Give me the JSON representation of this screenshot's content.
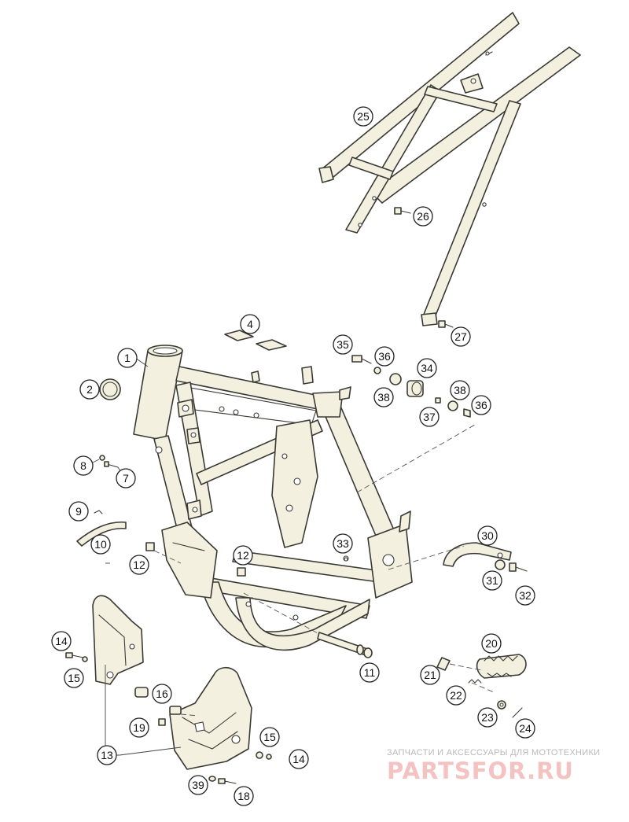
{
  "diagram": {
    "callouts": [
      {
        "id": "1",
        "label": "1"
      },
      {
        "id": "2",
        "label": "2"
      },
      {
        "id": "4",
        "label": "4"
      },
      {
        "id": "7",
        "label": "7"
      },
      {
        "id": "8",
        "label": "8"
      },
      {
        "id": "9",
        "label": "9"
      },
      {
        "id": "10",
        "label": "10"
      },
      {
        "id": "11",
        "label": "11"
      },
      {
        "id": "12a",
        "label": "12"
      },
      {
        "id": "12b",
        "label": "12"
      },
      {
        "id": "13",
        "label": "13"
      },
      {
        "id": "14a",
        "label": "14"
      },
      {
        "id": "14b",
        "label": "14"
      },
      {
        "id": "15a",
        "label": "15"
      },
      {
        "id": "15b",
        "label": "15"
      },
      {
        "id": "16",
        "label": "16"
      },
      {
        "id": "18",
        "label": "18"
      },
      {
        "id": "19",
        "label": "19"
      },
      {
        "id": "20",
        "label": "20"
      },
      {
        "id": "21",
        "label": "21"
      },
      {
        "id": "22",
        "label": "22"
      },
      {
        "id": "23",
        "label": "23"
      },
      {
        "id": "24",
        "label": "24"
      },
      {
        "id": "25",
        "label": "25"
      },
      {
        "id": "26",
        "label": "26"
      },
      {
        "id": "27",
        "label": "27"
      },
      {
        "id": "30",
        "label": "30"
      },
      {
        "id": "31",
        "label": "31"
      },
      {
        "id": "32",
        "label": "32"
      },
      {
        "id": "33",
        "label": "33"
      },
      {
        "id": "34",
        "label": "34"
      },
      {
        "id": "35",
        "label": "35"
      },
      {
        "id": "36a",
        "label": "36"
      },
      {
        "id": "36b",
        "label": "36"
      },
      {
        "id": "37",
        "label": "37"
      },
      {
        "id": "38a",
        "label": "38"
      },
      {
        "id": "38b",
        "label": "38"
      },
      {
        "id": "39",
        "label": "39"
      }
    ]
  },
  "watermark": {
    "tagline": "ЗАПЧАСТИ И АКСЕССУАРЫ ДЛЯ МОТОТЕХНИКИ",
    "brand": "PARTSFOR.RU",
    "brand_color": "#f5c2c2"
  }
}
